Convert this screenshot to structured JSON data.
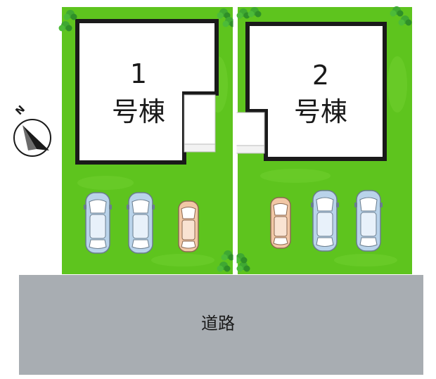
{
  "colors": {
    "lawn": "#5ec41e",
    "road": "#a8adb2",
    "building": "#ffffff",
    "outline": "#1a1a1a",
    "shrub": "#3fa832",
    "car_blue": "#b9d3ea",
    "car_orange": "#f1c7a6"
  },
  "lots": [
    {
      "building_number": "1",
      "building_suffix": "号棟"
    },
    {
      "building_number": "2",
      "building_suffix": "号棟"
    }
  ],
  "road": {
    "label": "道路"
  },
  "compass": {
    "letter": "N",
    "icon": "north-arrow-icon"
  },
  "parking": [
    {
      "lot": 1,
      "cars": [
        "sedan-blue",
        "sedan-blue",
        "compact-orange"
      ]
    },
    {
      "lot": 2,
      "cars": [
        "compact-orange",
        "sedan-blue",
        "sedan-blue"
      ]
    }
  ]
}
